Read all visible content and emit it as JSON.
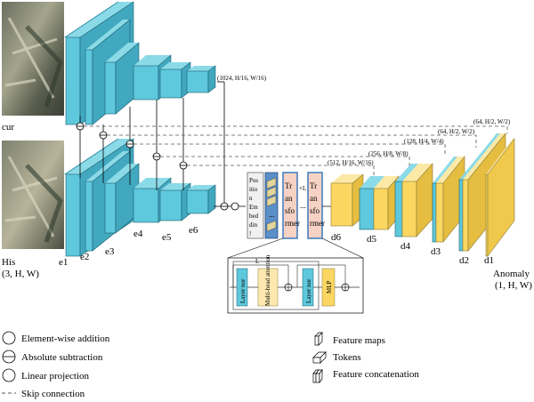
{
  "inputs": {
    "cur_label": "cur",
    "his_label": "His",
    "his_dims": "(3, H, W)"
  },
  "encoder": {
    "labels": [
      "e1",
      "e2",
      "e3",
      "e4",
      "e5",
      "e6"
    ],
    "top_feature_label": "(1024, H/16, W/16)"
  },
  "bottleneck": {
    "position_embedding": [
      "Pos",
      "itio",
      "n",
      "Em",
      "bed",
      "din",
      "!"
    ],
    "transformer_a": [
      "Tr",
      "an",
      "sfo",
      "rmer"
    ],
    "transformer_b": [
      "Tr",
      "an",
      "sfo",
      "rmer"
    ],
    "xl_label": "×L",
    "dots": "...",
    "block": {
      "layer_norm_1": "Layer nor",
      "attention": "Multi-head attention",
      "layer_norm_2": "Layer nor",
      "mlp": "MLP",
      "count_label": "L"
    }
  },
  "skip_dims": [
    "(64, H/2, W/2)",
    "(64, H/2, W/2)",
    "(128, H/4, W/4)",
    "(256, H/8, W/8)",
    "(512, H/16, W/16)"
  ],
  "decoder": {
    "labels": [
      "d6",
      "d5",
      "d4",
      "d3",
      "d2",
      "d1"
    ]
  },
  "output": {
    "label": "Anomaly",
    "dims": "(1, H, W)"
  },
  "legend": {
    "left": [
      "Element-wise addition",
      "Absolute subtraction",
      "Linear projection",
      "Skip connection"
    ],
    "right": [
      "Feature maps",
      "Tokens",
      "Feature concatenation"
    ]
  },
  "colors": {
    "encoder": "#5ec8dc",
    "decoder": "#fbd762",
    "transformer": "#f6d2c4",
    "transformer_border": "#3b7bbf",
    "position": "#f1f1f1",
    "tokens": "#5b8fc8",
    "mlp": "#fbd762",
    "attention": "#fde9b0",
    "layer_norm": "#5ec8dc"
  }
}
